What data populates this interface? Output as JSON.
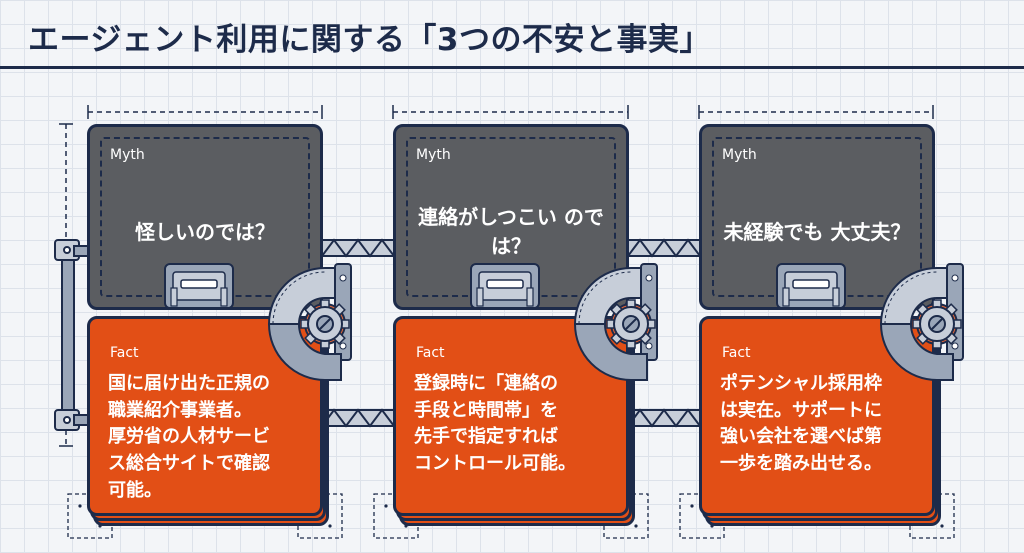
{
  "title": "エージェント利用に関する「3つの不安と事実」",
  "colors": {
    "navy": "#1d2b4a",
    "myth_gray": "#5b5d61",
    "fact_orange": "#e24f16",
    "hinge_silver": "#9aa6b8",
    "gear_orange": "#e0663a"
  },
  "cards": [
    {
      "myth_label": "Myth",
      "myth_text": "怪しいのでは？",
      "fact_label": "Fact",
      "fact_text": "国に届け出た正規の\n職業紹介事業者。\n厚労省の人材サービ\nス総合サイトで確認\n可能。"
    },
    {
      "myth_label": "Myth",
      "myth_text": "連絡がしつこい\nのでは？",
      "fact_label": "Fact",
      "fact_text": "登録時に「連絡の\n手段と時間帯」を\n先手で指定すれば\nコントロール可能。"
    },
    {
      "myth_label": "Myth",
      "myth_text": "未経験でも\n大丈夫？",
      "fact_label": "Fact",
      "fact_text": "ポテンシャル採用枠\nは実在。サポートに\n強い会社を選べば第\n一歩を踏み出せる。"
    }
  ]
}
